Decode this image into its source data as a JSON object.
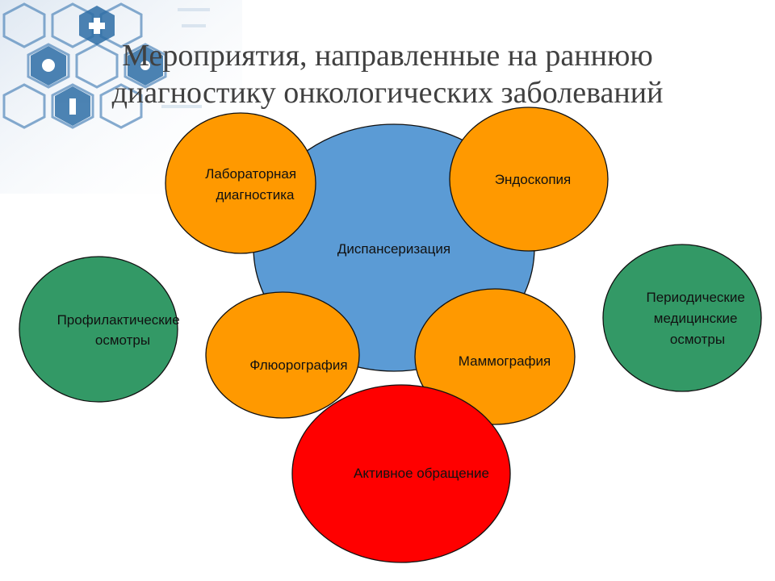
{
  "slide": {
    "title_line1": "Мероприятия, направленные на раннюю",
    "title_line2": "диагностику онкологических заболеваний"
  },
  "diagram": {
    "nodes": [
      {
        "id": "dispanserizaciya",
        "lines": [
          "Диспансеризация"
        ],
        "color": "#5b9bd5"
      },
      {
        "id": "lab",
        "lines": [
          "Лабораторная",
          "диагностика"
        ],
        "color": "#ff9900"
      },
      {
        "id": "endoscopy",
        "lines": [
          "Эндоскопия"
        ],
        "color": "#ff9900"
      },
      {
        "id": "fluoro",
        "lines": [
          "Флюорография"
        ],
        "color": "#ff9900"
      },
      {
        "id": "mammo",
        "lines": [
          "Маммография"
        ],
        "color": "#ff9900"
      },
      {
        "id": "active",
        "lines": [
          "Активное обращение"
        ],
        "color": "#ff0000"
      },
      {
        "id": "prof",
        "lines": [
          "Профилактические",
          "осмотры"
        ],
        "color": "#339966"
      },
      {
        "id": "periodic",
        "lines": [
          "Периодические",
          "медицинские",
          "осмотры"
        ],
        "color": "#339966"
      }
    ]
  }
}
